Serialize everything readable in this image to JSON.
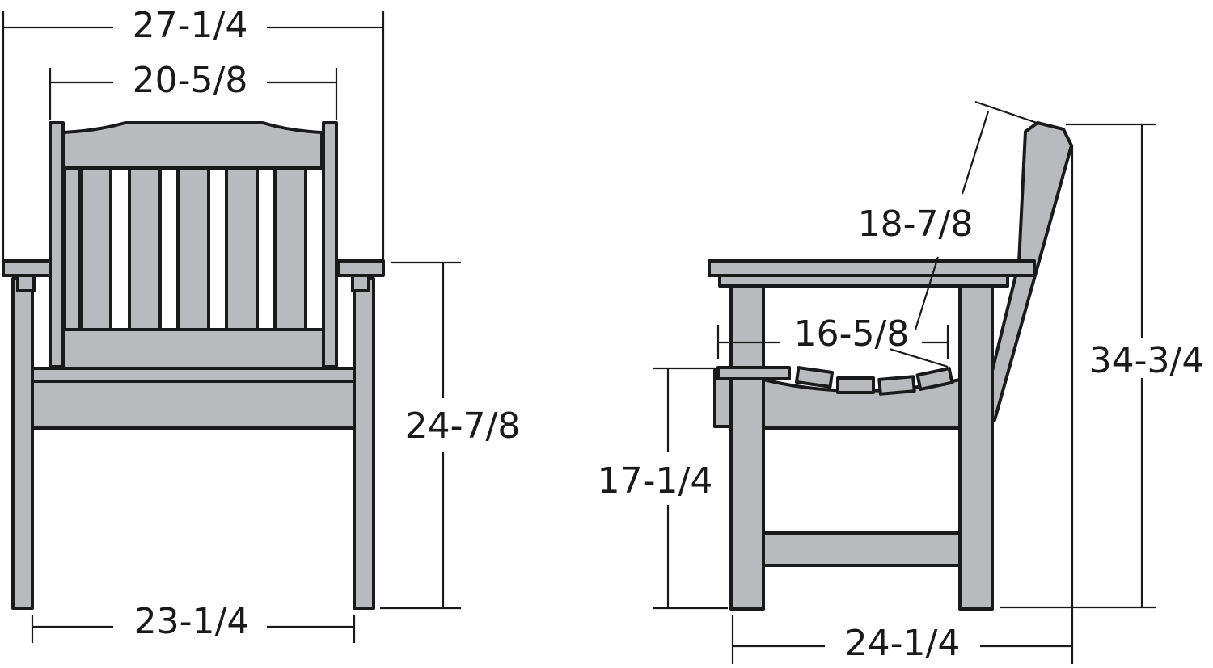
{
  "front_view": {
    "overall_width": "27-1/4",
    "back_width": "20-5/8",
    "arm_height": "24-7/8",
    "leg_span": "23-1/4"
  },
  "side_view": {
    "back_length": "18-7/8",
    "seat_depth": "16-5/8",
    "seat_height": "17-1/4",
    "overall_height": "34-3/4",
    "overall_depth": "24-1/4"
  },
  "colors": {
    "wood": "#b9babd",
    "line": "#1a1a1a",
    "background": "#ffffff"
  }
}
